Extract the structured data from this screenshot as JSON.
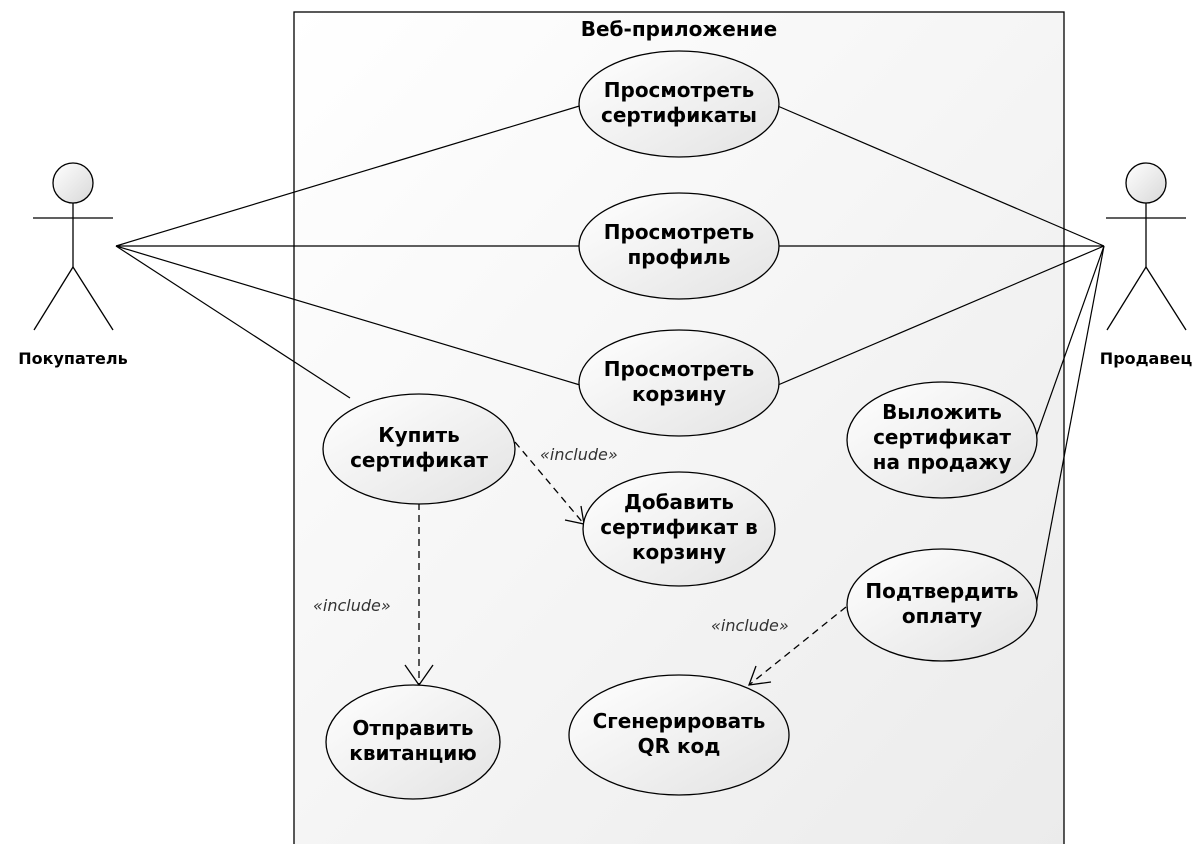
{
  "system": {
    "title": "Веб-приложение"
  },
  "actors": {
    "buyer": "Покупатель",
    "seller": "Продавец"
  },
  "use_cases": {
    "view_certificates": [
      "Просмотреть",
      "сертификаты"
    ],
    "view_profile": [
      "Просмотреть",
      "профиль"
    ],
    "view_cart": [
      "Просмотреть",
      "корзину"
    ],
    "buy_certificate": [
      "Купить",
      "сертификат"
    ],
    "add_to_cart": [
      "Добавить",
      "сертификат в",
      "корзину"
    ],
    "put_on_sale": [
      "Выложить",
      "сертификат",
      "на продажу"
    ],
    "confirm_payment": [
      "Подтвердить",
      "оплату"
    ],
    "send_receipt": [
      "Отправить",
      "квитанцию"
    ],
    "generate_qr": [
      "Сгенерировать",
      "QR код"
    ]
  },
  "relations": {
    "include_1": "«include»",
    "include_2": "«include»",
    "include_3": "«include»"
  },
  "colors": {
    "ellipse_fill_top": "#ffffff",
    "ellipse_fill_bottom": "#e6e6e6",
    "boundary_fill_top": "#ffffff",
    "boundary_fill_bottom": "#ececec",
    "line": "#000000"
  }
}
